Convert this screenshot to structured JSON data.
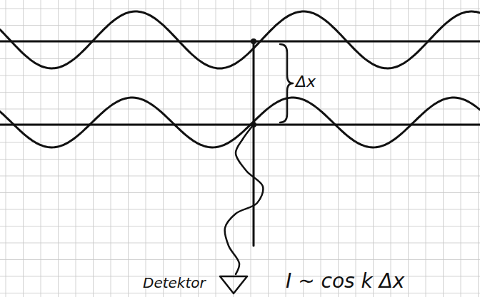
{
  "diagram": {
    "labels": [
      "Δx",
      "Detektor",
      "I ~ cos k Δx"
    ]
  }
}
